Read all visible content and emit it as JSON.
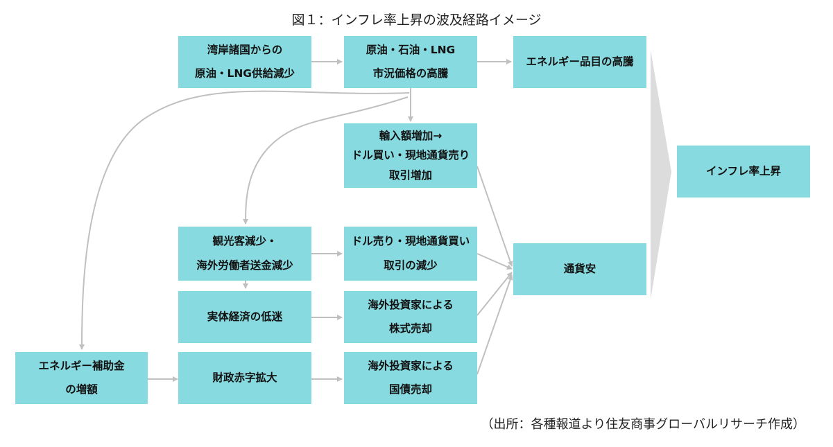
{
  "title": "図１：インフレ率上昇の波及経路イメージ",
  "source": "（出所：各種報道より住友商事グローバルリサーチ作成）",
  "colors": {
    "box_fill": "#87dadf",
    "arrow": "#c0c0c0",
    "wedge": "#dcdcdc"
  },
  "nodes": {
    "gulf_supply": {
      "lines": [
        "湾岸諸国からの",
        "原油・LNG供給減少"
      ]
    },
    "market_price": {
      "lines": [
        "原油・石油・LNG",
        "市況価格の高騰"
      ]
    },
    "energy_items": {
      "lines": [
        "エネルギー品目の高騰"
      ]
    },
    "import_increase": {
      "lines": [
        "輸入額増加→",
        "ドル買い・現地通貨売り",
        "取引増加"
      ]
    },
    "inflation": {
      "lines": [
        "インフレ率上昇"
      ]
    },
    "tourism_remit": {
      "lines": [
        "観光客減少・",
        "海外労働者送金減少"
      ]
    },
    "dollar_sell": {
      "lines": [
        "ドル売り・現地通貨買い",
        "取引の減少"
      ]
    },
    "currency_weak": {
      "lines": [
        "通貨安"
      ]
    },
    "economy_slump": {
      "lines": [
        "実体経済の低迷"
      ]
    },
    "stock_sell": {
      "lines": [
        "海外投資家による",
        "株式売却"
      ]
    },
    "subsidy": {
      "lines": [
        "エネルギー補助金",
        "の増額"
      ]
    },
    "fiscal_deficit": {
      "lines": [
        "財政赤字拡大"
      ]
    },
    "bond_sell": {
      "lines": [
        "海外投資家による",
        "国債売却"
      ]
    }
  }
}
